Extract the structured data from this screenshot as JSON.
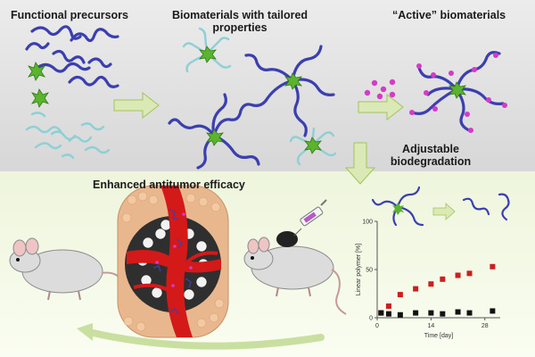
{
  "headings": {
    "functional_precursors": "Functional precursors",
    "biomaterials_line1": "Biomaterials with tailored",
    "biomaterials_line2": "properties",
    "active_biomaterials": "“Active” biomaterials",
    "adjustable_line1": "Adjustable",
    "adjustable_line2": "biodegradation",
    "enhanced_efficacy": "Enhanced antitumor efficacy"
  },
  "colors": {
    "polymer_dark": "#3b3fb0",
    "polymer_light": "#8ecfd6",
    "crosslinker": "#5cb32e",
    "active_agent": "#d63ac8",
    "tumor_vessel": "#d41919",
    "arrow_green": "#b9d37a",
    "series_red": "#cc1f1f",
    "series_black": "#111111"
  },
  "icons": [
    "mouse-icon",
    "syringe-icon",
    "tumor-icon",
    "arrow-right-icon",
    "arrow-down-icon",
    "curved-arrow-icon"
  ],
  "chart_data": {
    "type": "scatter",
    "xlabel": "Time [day]",
    "ylabel": "Linear polymer [%]",
    "xlim": [
      0,
      32
    ],
    "ylim": [
      0,
      100
    ],
    "xticks": [
      0,
      14,
      28
    ],
    "yticks": [
      0,
      50,
      100
    ],
    "grid": false,
    "series": [
      {
        "color": "#cc1f1f",
        "x": [
          1,
          3,
          6,
          10,
          14,
          17,
          21,
          24,
          30
        ],
        "y": [
          5,
          12,
          24,
          30,
          35,
          40,
          44,
          46,
          53
        ]
      },
      {
        "color": "#111111",
        "x": [
          1,
          3,
          6,
          10,
          14,
          17,
          21,
          24,
          30
        ],
        "y": [
          5,
          4,
          3,
          5,
          5,
          4,
          6,
          5,
          7
        ]
      }
    ]
  }
}
